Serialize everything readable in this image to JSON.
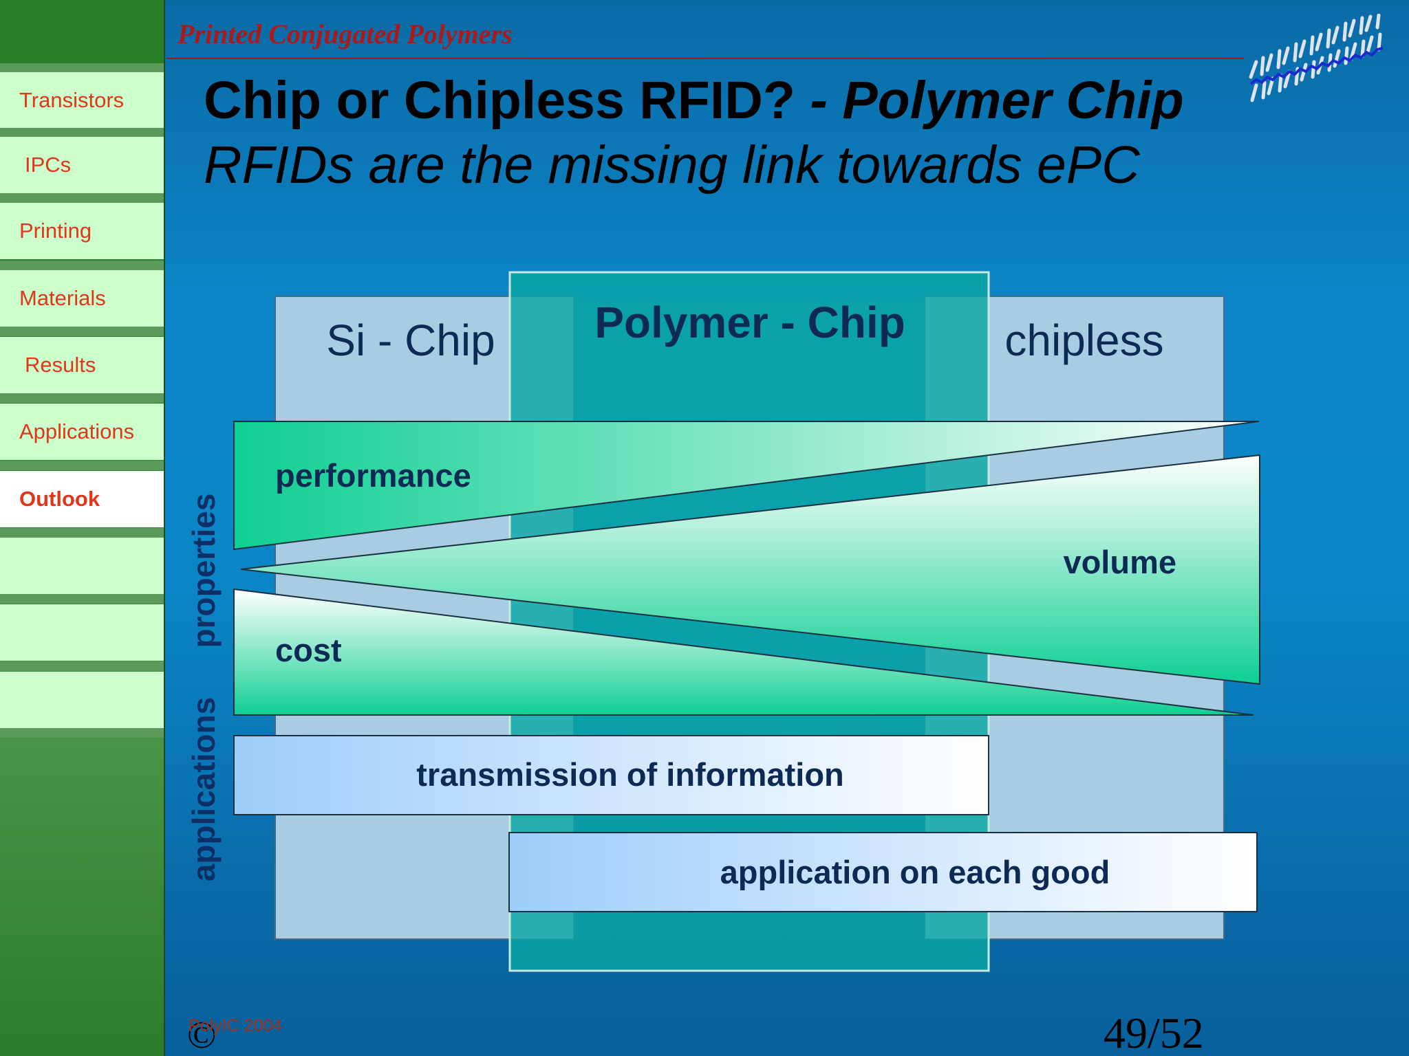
{
  "sidebar": {
    "items": [
      {
        "label": "Transistors"
      },
      {
        "label": "IPCs"
      },
      {
        "label": "Printing"
      },
      {
        "label": "Materials"
      },
      {
        "label": "Results"
      },
      {
        "label": "Applications"
      },
      {
        "label": "Outlook",
        "active": true
      }
    ]
  },
  "header": {
    "course_title": "Printed Conjugated Polymers",
    "title_main": "Chip or Chipless RFID? ",
    "title_em": "- Polymer Chip",
    "subtitle": "RFIDs are the missing link towards ePC"
  },
  "diagram": {
    "columns": {
      "si_chip": "Si - Chip",
      "polymer_chip": "Polymer - Chip",
      "chipless": "chipless"
    },
    "axis_labels": {
      "properties": "properties",
      "applications": "applications"
    },
    "wedges": {
      "performance": "performance",
      "volume": "volume",
      "cost": "cost"
    },
    "bars": {
      "transmission": "transmission of information",
      "each_good": "application on each good"
    }
  },
  "footer": {
    "copyright_symbol": "©",
    "copyright": "PolyIC  2004",
    "page": "49/52"
  },
  "colors": {
    "sidebar_green": "#2a7e28",
    "nav_bg": "#ccffcc",
    "nav_text": "#e0361a",
    "slide_blue": "#0d86c8",
    "polymer_teal": "#0aa6a6",
    "column_gray": "#a8cde0",
    "wedge_green": "#10d095"
  }
}
